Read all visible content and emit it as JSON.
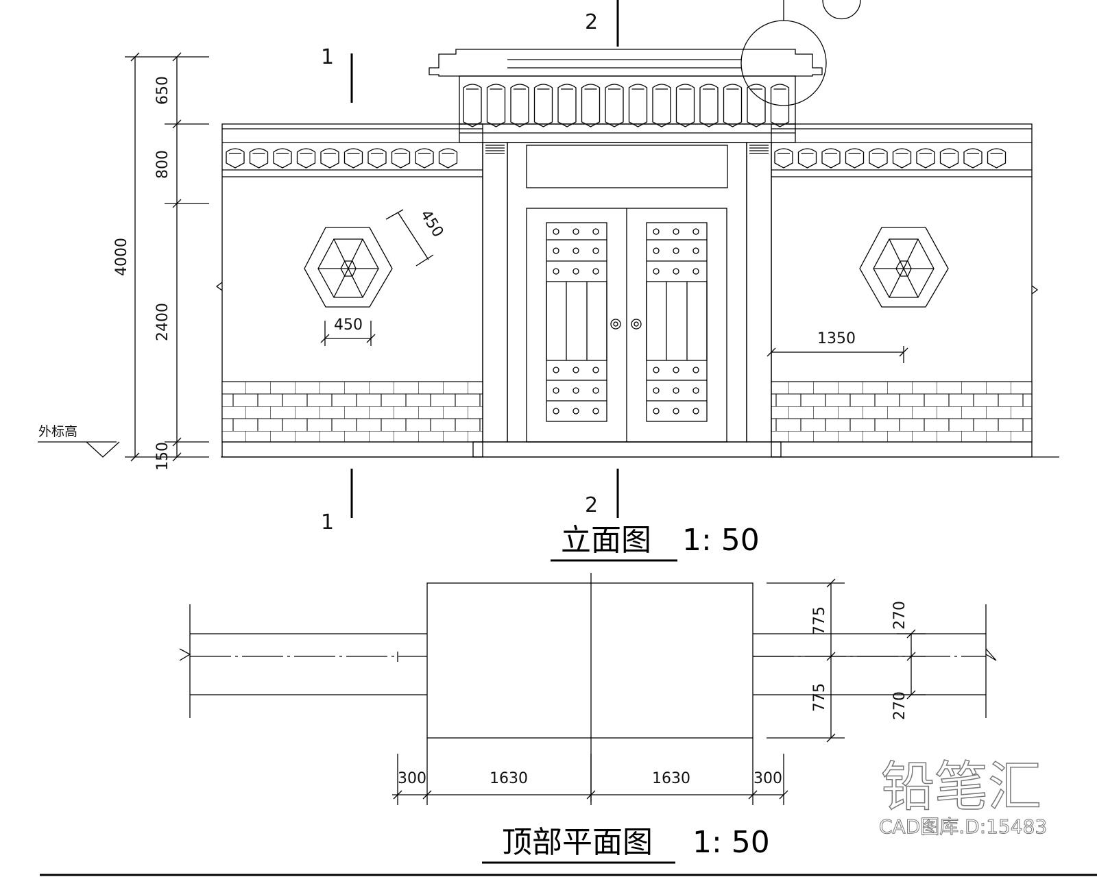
{
  "elevation": {
    "title": "立面图",
    "scale": "1: 50",
    "grade_label": "外标高",
    "section_marks": [
      "1",
      "1",
      "2",
      "2"
    ],
    "dims_vertical": [
      "650",
      "800",
      "2400",
      "150",
      "4000"
    ],
    "dims_misc": [
      "450",
      "450",
      "1350"
    ]
  },
  "plan": {
    "title": "顶部平面图",
    "scale": "1: 50",
    "dims_bottom": [
      "300",
      "1630",
      "1630",
      "300"
    ],
    "dims_right_outer": [
      "775",
      "775"
    ],
    "dims_right_inner": [
      "270",
      "270"
    ]
  },
  "brand": {
    "logo_text": "铅笔汇",
    "library_code": "CAD图库.D:15483"
  }
}
